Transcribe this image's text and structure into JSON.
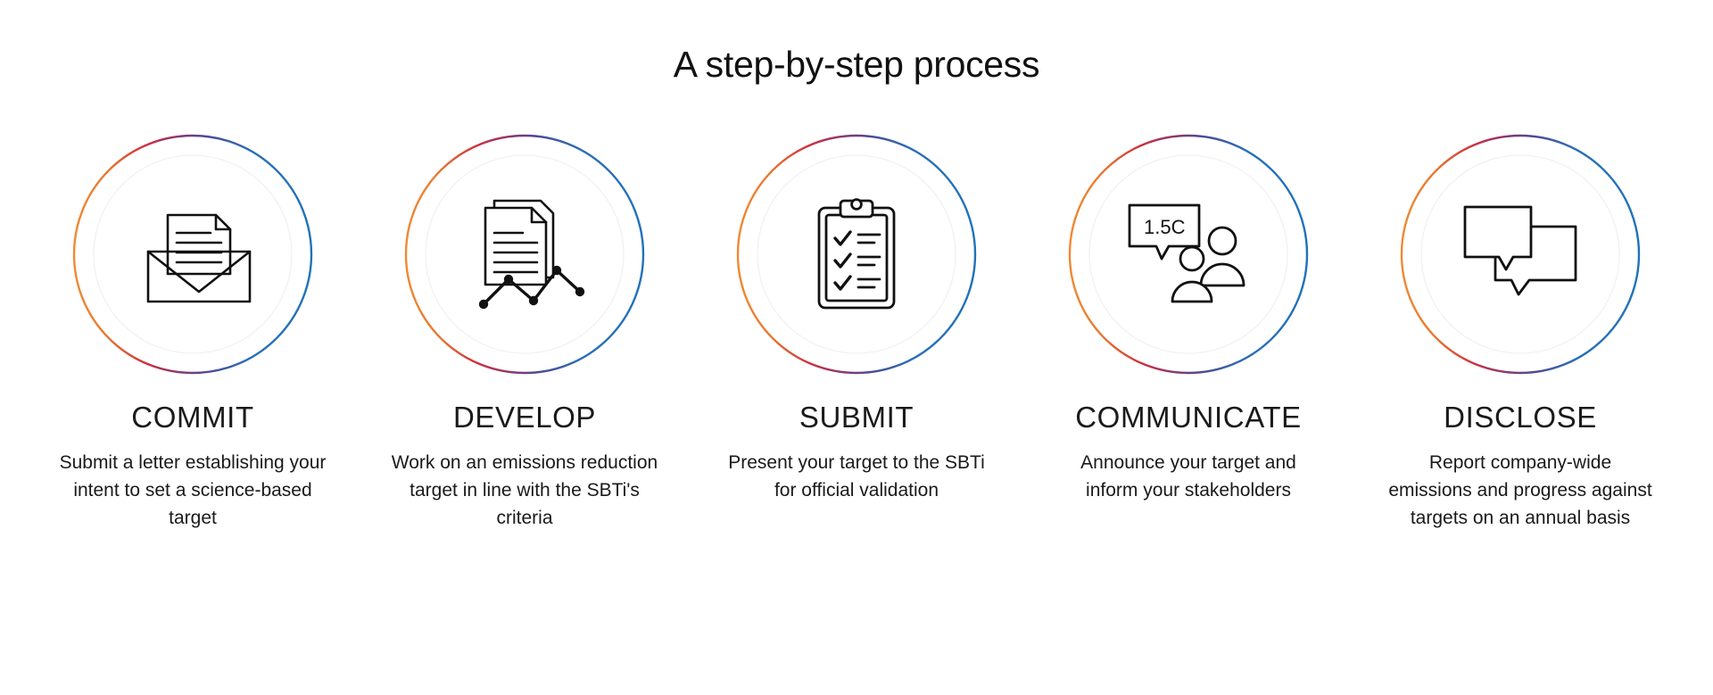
{
  "header": {
    "title": "A step-by-step process"
  },
  "colors": {
    "background": "#ffffff",
    "text": "#1a1a1a",
    "icon_stroke": "#111111",
    "ring_orange": "#e8812c",
    "ring_red": "#c9253c",
    "ring_purple": "#5f3f8a",
    "ring_blue": "#2272b8",
    "inner_circle": "#f2f2f2"
  },
  "steps": [
    {
      "index": 1,
      "label": "COMMIT",
      "icon": "envelope-letter-icon",
      "description": "Submit a letter establishing your intent to set a science-based target",
      "description_lines": [
        "Submit a letter",
        "establishing your intent to",
        "set a science-based target"
      ]
    },
    {
      "index": 2,
      "label": "DEVELOP",
      "icon": "documents-line-chart-icon",
      "description": "Work on an emissions reduction target in line with the SBTi's criteria",
      "description_lines": [
        "Work on an emissions",
        "reduction target in line",
        "with the SBTi's criteria"
      ]
    },
    {
      "index": 3,
      "label": "SUBMIT",
      "icon": "clipboard-checklist-icon",
      "description": "Present your target to the SBTi for official validation",
      "description_lines": [
        "Present your target to the",
        "SBTi for official validation"
      ]
    },
    {
      "index": 4,
      "label": "COMMUNICATE",
      "icon": "speech-bubble-people-icon",
      "icon_text": "1.5C",
      "description": "Announce your target and inform your stakeholders",
      "description_lines": [
        "Announce your target and",
        "inform your stakeholders"
      ]
    },
    {
      "index": 5,
      "label": "DISCLOSE",
      "icon": "chat-bubbles-icon",
      "description": "Report company-wide emissions and progress against targets on an annual basis",
      "description_lines": [
        "Report company-wide",
        "emissions and progress",
        "against targets on an",
        "annual basis"
      ]
    }
  ]
}
